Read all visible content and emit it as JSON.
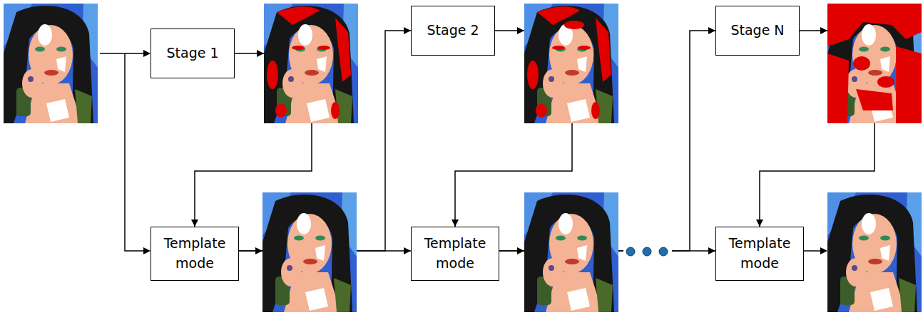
{
  "diagram": {
    "nodes": [
      {
        "text": [
          "Stage 1"
        ]
      },
      {
        "text": [
          "Template mode"
        ]
      },
      {
        "text": [
          "Stage 2"
        ]
      },
      {
        "text": [
          "Template mode"
        ]
      },
      {
        "text": [
          "Stage N"
        ]
      },
      {
        "text": [
          "Template mode"
        ]
      }
    ],
    "edges": [
      {
        "from": 0,
        "to": 1,
        "arrow": "to"
      },
      {
        "from": 1,
        "to": 2,
        "arrow": "to"
      },
      {
        "from": 1,
        "to": 3,
        "arrow": "to"
      },
      {
        "from": 2,
        "to": 3,
        "arrow": "to"
      },
      {
        "from": 3,
        "to": 4,
        "arrow": "to"
      },
      {
        "from": 3,
        "to": 5,
        "arrow": "to"
      },
      {
        "from": 4,
        "to": 5,
        "arrow": "to"
      }
    ]
  }
}
